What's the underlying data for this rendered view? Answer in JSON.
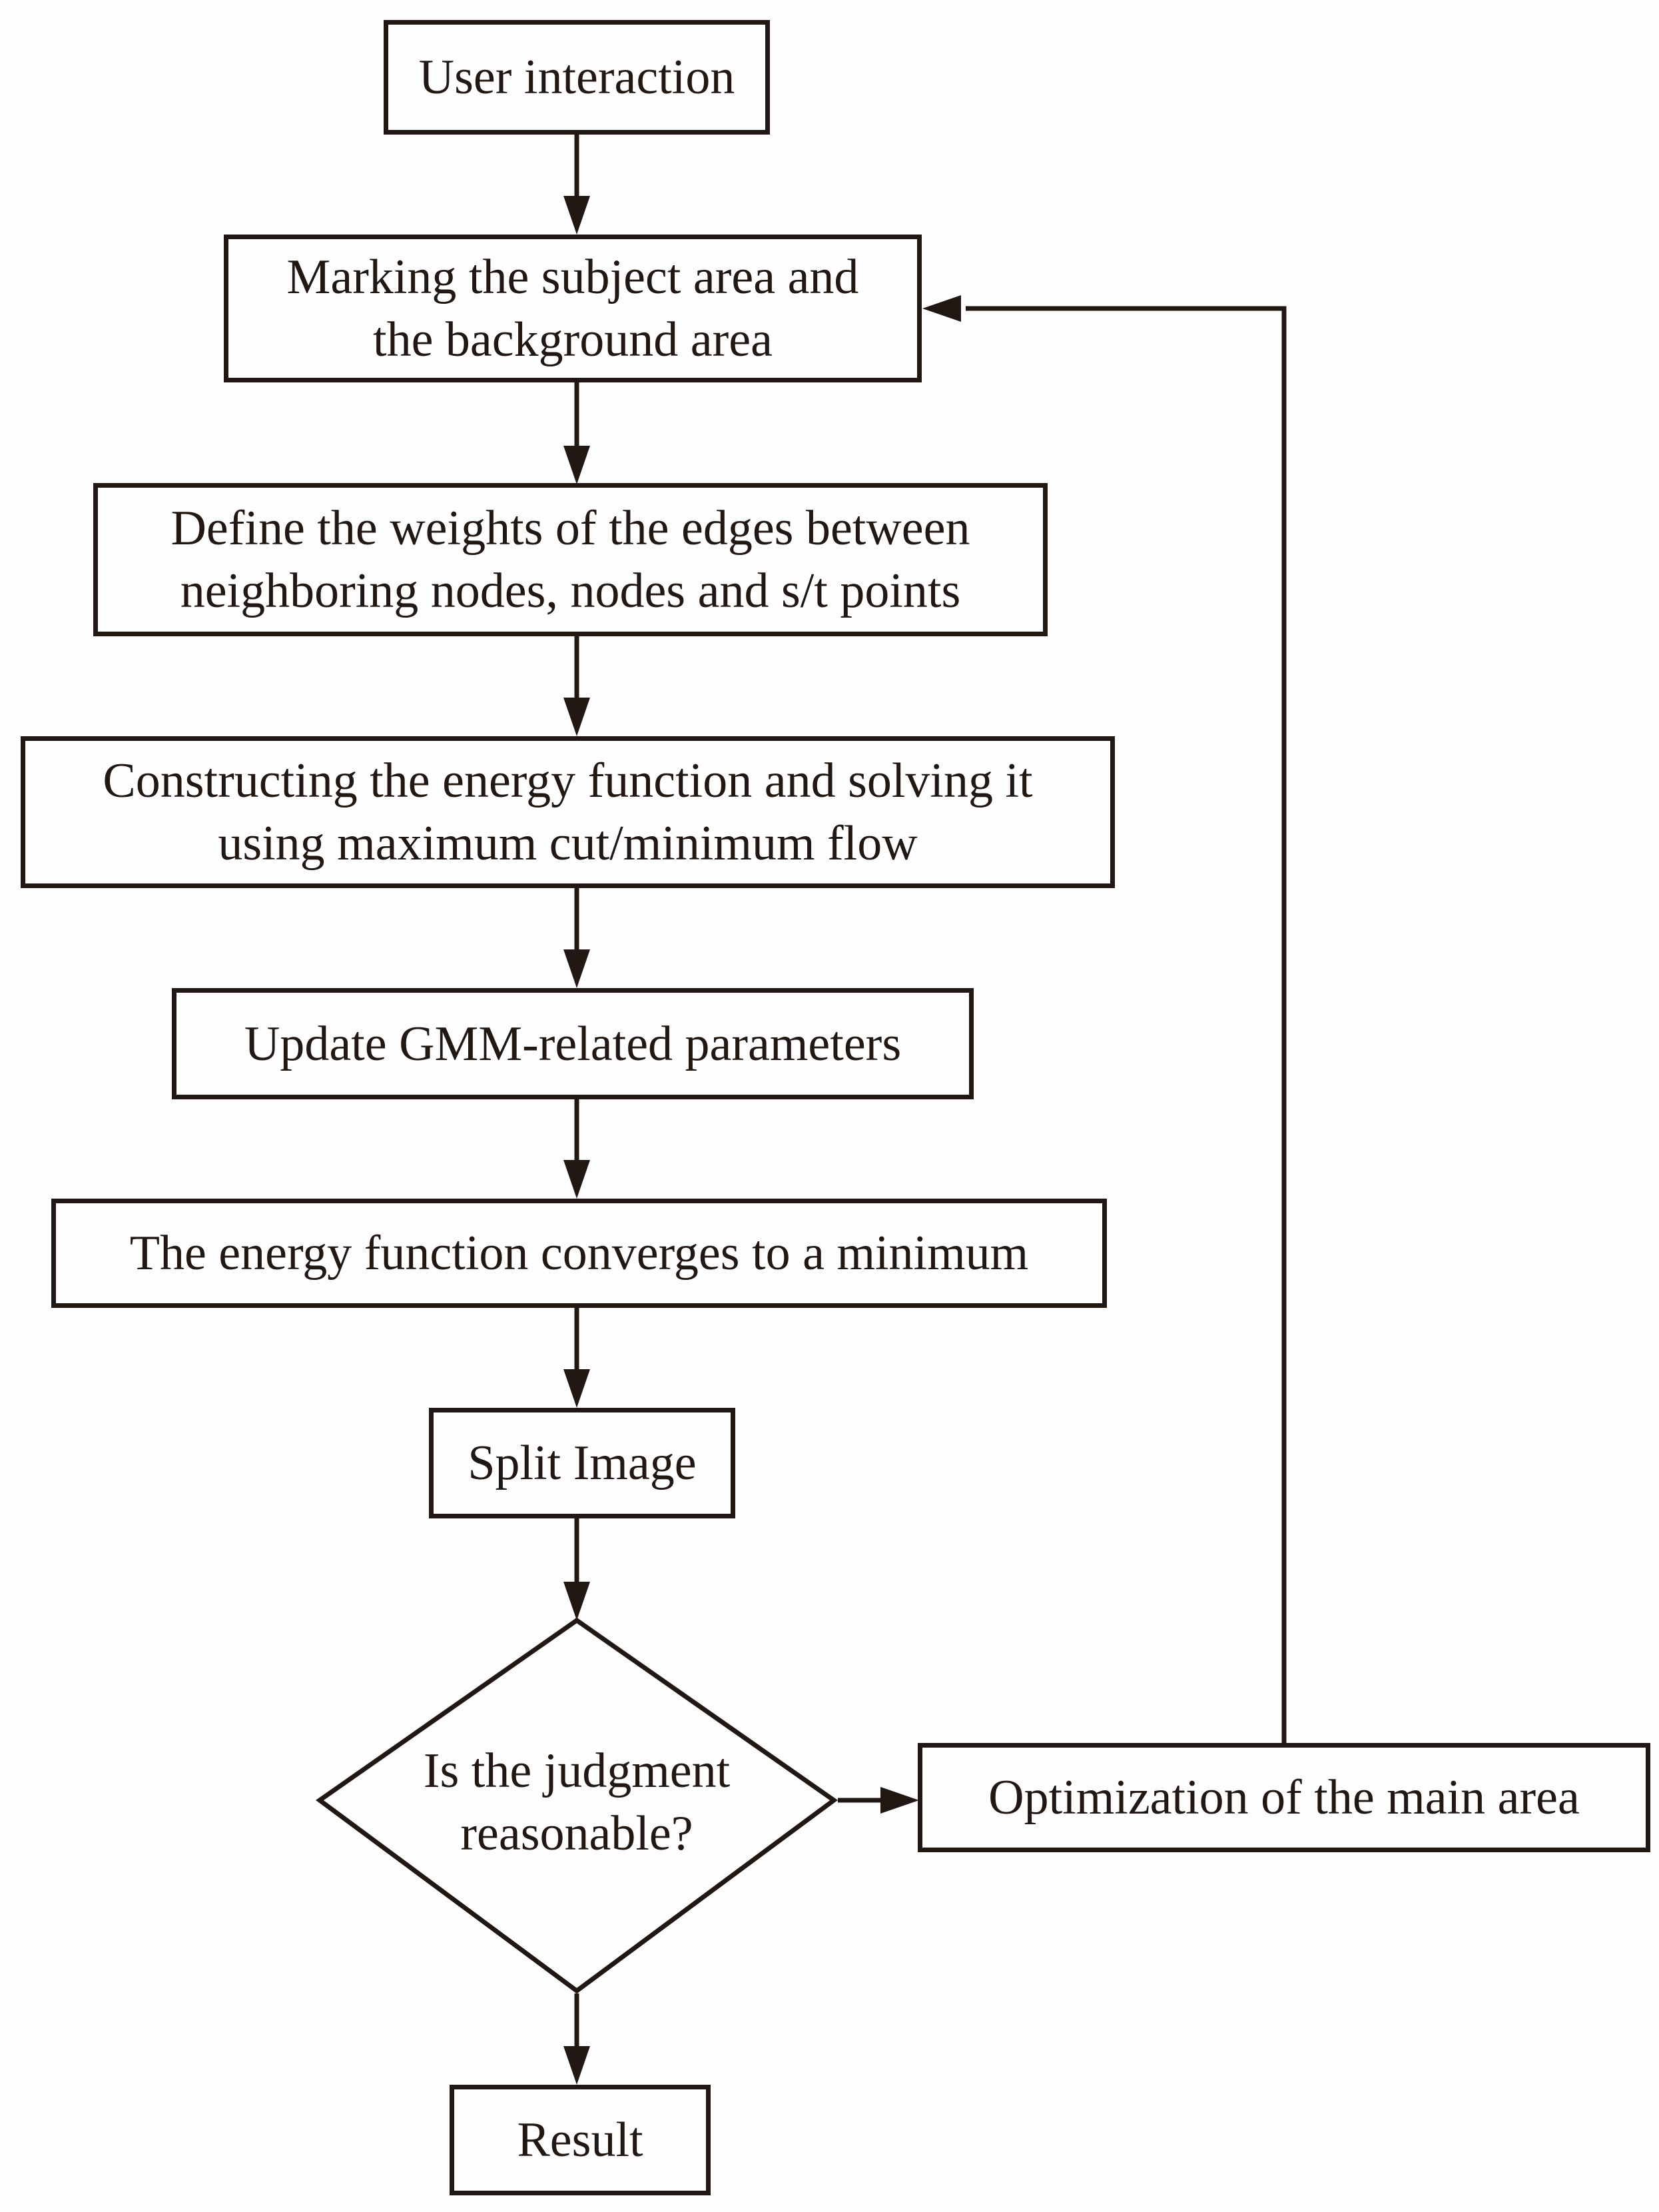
{
  "diagram": {
    "type": "flowchart",
    "colors": {
      "ink": "#211813",
      "background": "#fdfdfd"
    },
    "nodes": [
      {
        "id": "user-interaction",
        "shape": "rect",
        "lines": [
          "User interaction"
        ]
      },
      {
        "id": "marking",
        "shape": "rect",
        "lines": [
          "Marking the subject area and",
          "the background area"
        ]
      },
      {
        "id": "define-weights",
        "shape": "rect",
        "lines": [
          "Define the weights of the edges between",
          "neighboring nodes, nodes and s/t points"
        ]
      },
      {
        "id": "construct-energy",
        "shape": "rect",
        "lines": [
          "Constructing the energy function and solving it",
          "using maximum cut/minimum flow"
        ]
      },
      {
        "id": "update-gmm",
        "shape": "rect",
        "lines": [
          "Update GMM-related parameters"
        ]
      },
      {
        "id": "energy-converges",
        "shape": "rect",
        "lines": [
          "The energy function converges to a minimum"
        ]
      },
      {
        "id": "split-image",
        "shape": "rect",
        "lines": [
          "Split Image"
        ]
      },
      {
        "id": "judgment",
        "shape": "diamond",
        "lines": [
          "Is the judgment",
          "reasonable?"
        ]
      },
      {
        "id": "optimization",
        "shape": "rect",
        "lines": [
          "Optimization of the main area"
        ]
      },
      {
        "id": "result",
        "shape": "rect",
        "lines": [
          "Result"
        ]
      }
    ],
    "edges": [
      {
        "from": "user-interaction",
        "to": "marking"
      },
      {
        "from": "marking",
        "to": "define-weights"
      },
      {
        "from": "define-weights",
        "to": "construct-energy"
      },
      {
        "from": "construct-energy",
        "to": "update-gmm"
      },
      {
        "from": "update-gmm",
        "to": "energy-converges"
      },
      {
        "from": "energy-converges",
        "to": "split-image"
      },
      {
        "from": "split-image",
        "to": "judgment"
      },
      {
        "from": "judgment",
        "to": "optimization"
      },
      {
        "from": "judgment",
        "to": "result"
      },
      {
        "from": "optimization",
        "to": "marking",
        "kind": "feedback"
      }
    ]
  }
}
